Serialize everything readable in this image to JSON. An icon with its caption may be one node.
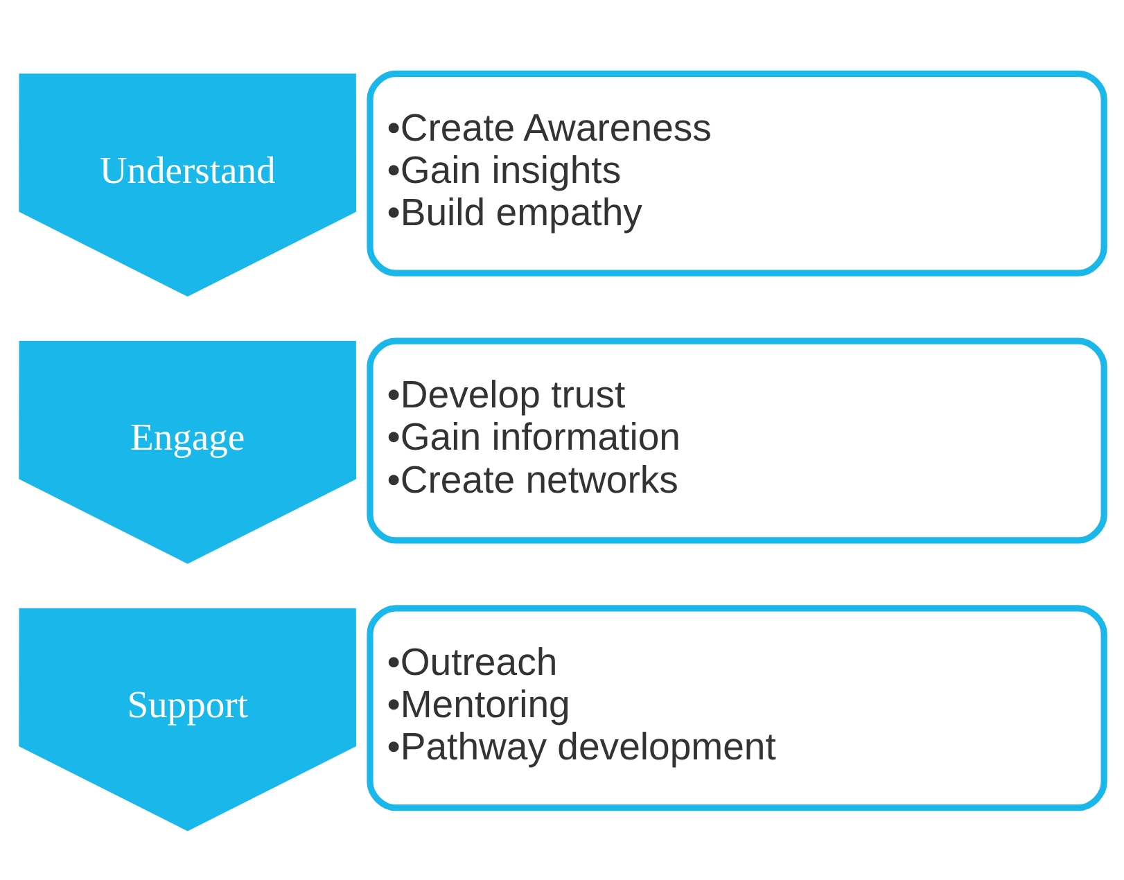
{
  "diagram": {
    "nodes": [
      {
        "text": [
          "Understand"
        ]
      },
      {
        "text": [
          "•Create Awareness",
          "•Gain insights",
          "•Build empathy"
        ]
      },
      {
        "text": [
          "Engage"
        ]
      },
      {
        "text": [
          "•Develop trust",
          "•Gain information",
          "•Create networks"
        ]
      },
      {
        "text": [
          "Support"
        ]
      },
      {
        "text": [
          "•Outreach",
          "•Mentoring",
          "•Pathway development"
        ]
      }
    ],
    "edges": []
  }
}
